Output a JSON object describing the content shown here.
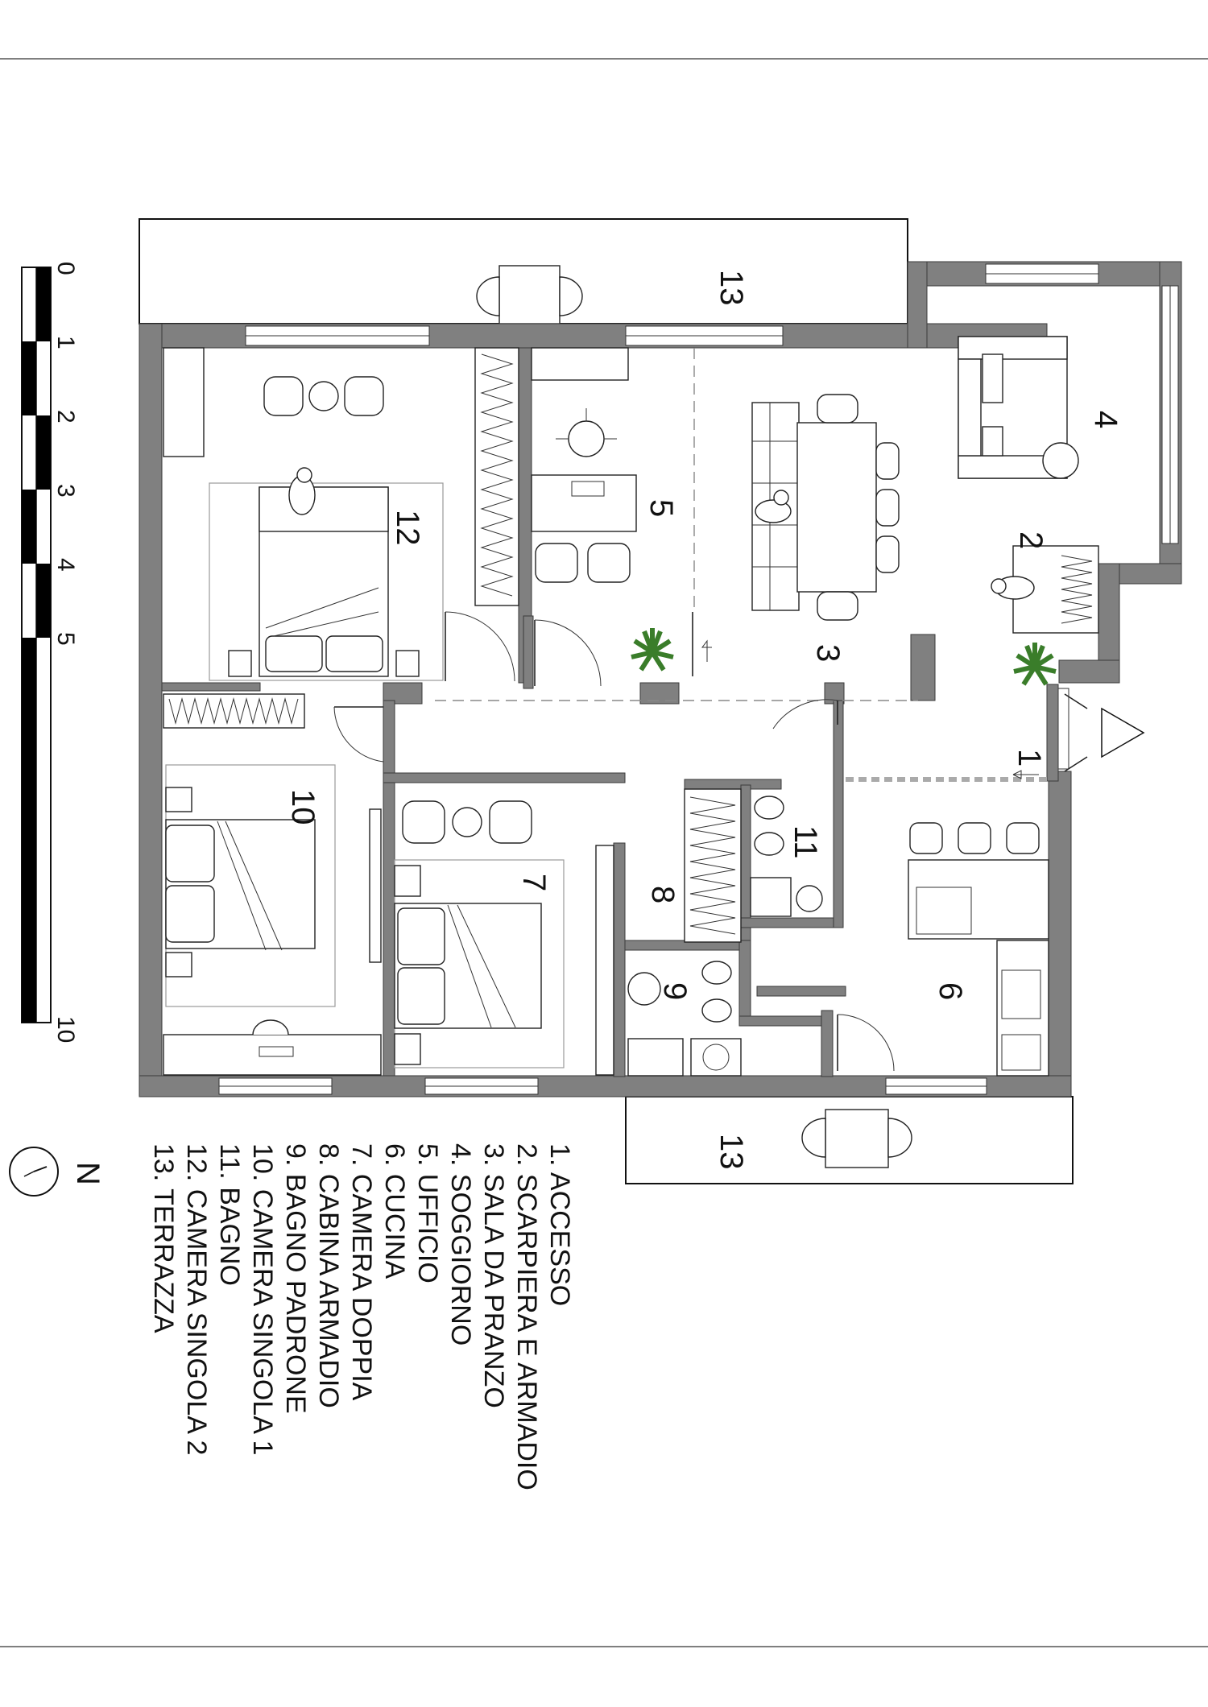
{
  "rooms": [
    {
      "num": "1"
    },
    {
      "num": "2"
    },
    {
      "num": "3"
    },
    {
      "num": "4"
    },
    {
      "num": "5"
    },
    {
      "num": "6"
    },
    {
      "num": "7"
    },
    {
      "num": "8"
    },
    {
      "num": "9"
    },
    {
      "num": "10"
    },
    {
      "num": "11"
    },
    {
      "num": "12"
    },
    {
      "num": "13"
    }
  ],
  "legend": [
    "1. ACCESSO",
    "2. SCARPIERA E ARMADIO",
    "3. SALA DA PRANZO",
    "4. SOGGIORNO",
    "5. UFFICIO",
    "6. CUCINA",
    "7. CAMERA DOPPIA",
    "8. CABINA ARMADIO",
    "9. BAGNO PADRONE",
    "10. CAMERA SINGOLA 1",
    "11. BAGNO",
    "12. CAMERA SINGOLA 2",
    "13. TERRAZZA"
  ],
  "scale": {
    "ticks": [
      "0",
      "1",
      "2",
      "3",
      "4",
      "5",
      "10"
    ],
    "unit": ""
  },
  "north": {
    "label": "N"
  },
  "colors": {
    "wall": "#808080",
    "ink": "#111111",
    "plant": "#3a7d2a"
  }
}
